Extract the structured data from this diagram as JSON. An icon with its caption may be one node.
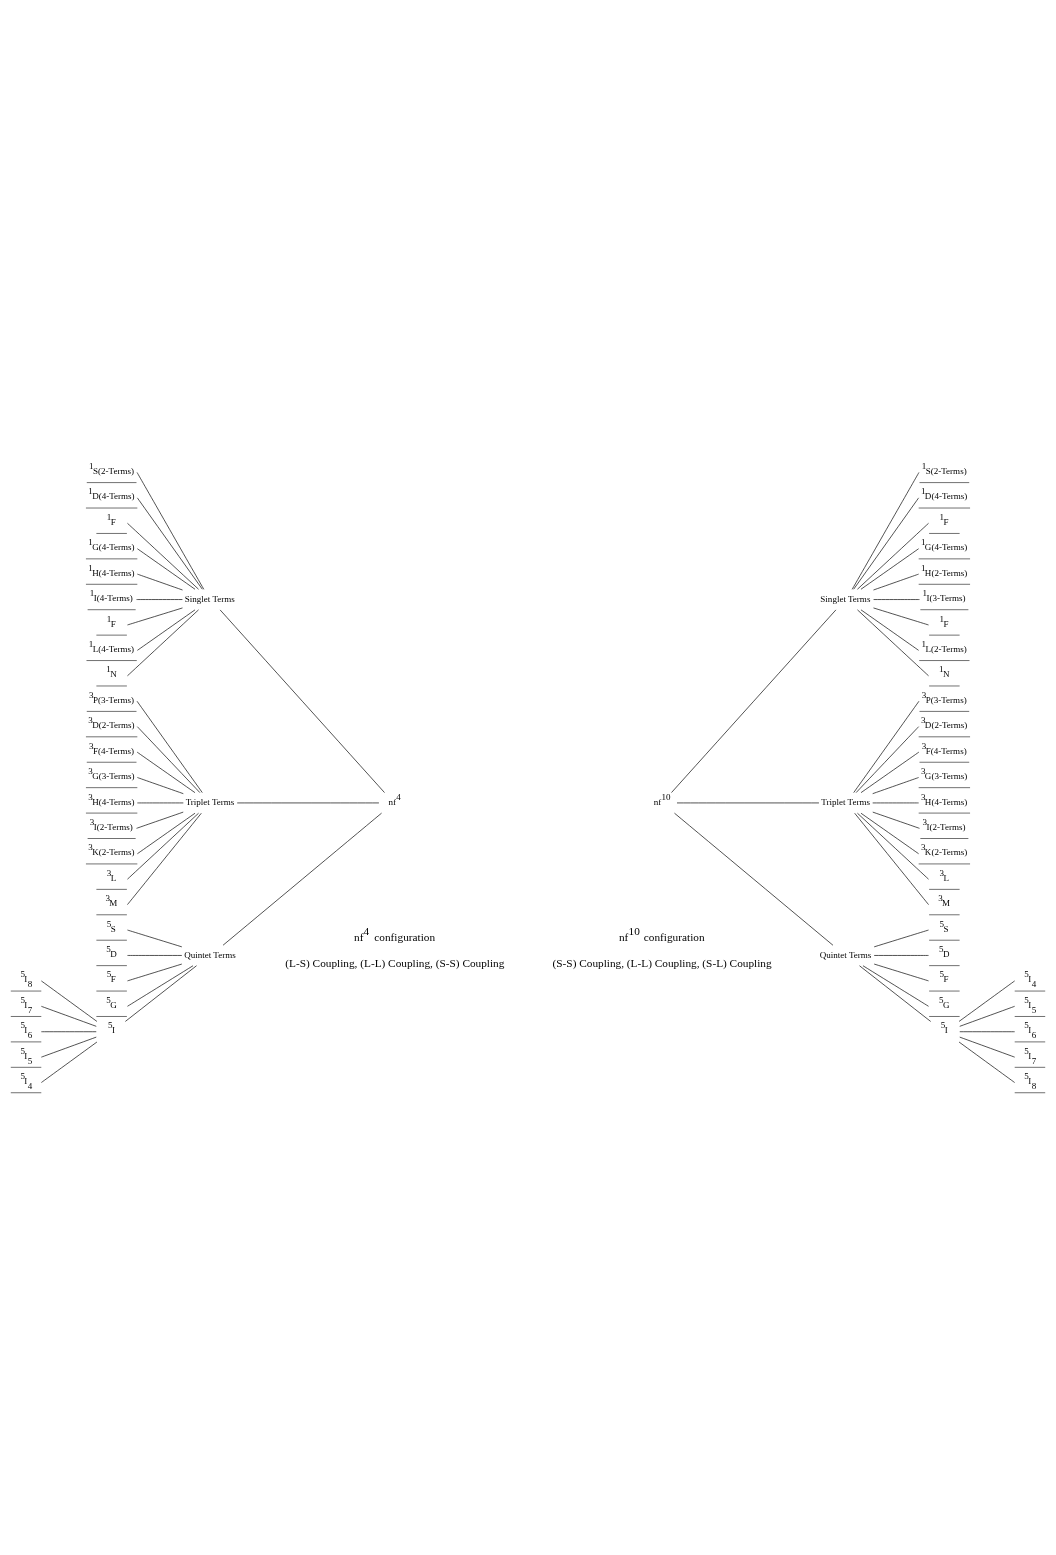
{
  "diagram": {
    "nodes": [
      {
        "text": [
          "$^{1}$S(2-Terms)"
        ]
      },
      {
        "text": [
          "$^{1}$D(4-Terms)"
        ]
      },
      {
        "text": [
          "$^{1}$F"
        ]
      },
      {
        "text": [
          "$^{1}$G(4-Terms)"
        ]
      },
      {
        "text": [
          "$^{1}$H(4-Terms)"
        ]
      },
      {
        "text": [
          "$^{1}$I(4-Terms)"
        ]
      },
      {
        "text": [
          "$^{1}$F"
        ]
      },
      {
        "text": [
          "$^{1}$L(4-Terms)"
        ]
      },
      {
        "text": [
          "$^{1}$N"
        ]
      },
      {
        "text": [
          "Singlet Terms"
        ]
      },
      {
        "text": [
          "$^{3}$P(3-Terms)"
        ]
      },
      {
        "text": [
          "$^{3}$D(2-Terms)"
        ]
      },
      {
        "text": [
          "$^{3}$F(4-Terms)"
        ]
      },
      {
        "text": [
          "$^{3}$G(3-Terms)"
        ]
      },
      {
        "text": [
          "$^{3}$H(4-Terms)"
        ]
      },
      {
        "text": [
          "$^{3}$I(2-Terms)"
        ]
      },
      {
        "text": [
          "$^{3}$K(2-Terms)"
        ]
      },
      {
        "text": [
          "$^{3}$L"
        ]
      },
      {
        "text": [
          "$^{3}$M"
        ]
      },
      {
        "text": [
          "Triplet Terms"
        ]
      },
      {
        "text": [
          "$^{5}$S"
        ]
      },
      {
        "text": [
          "$^{5}$D"
        ]
      },
      {
        "text": [
          "$^{5}$F"
        ]
      },
      {
        "text": [
          "$^{5}$G"
        ]
      },
      {
        "text": [
          "$^{5}$I"
        ]
      },
      {
        "text": [
          "$^{5}$I$_{8}$"
        ]
      },
      {
        "text": [
          "$^{5}$I$_{7}$"
        ]
      },
      {
        "text": [
          "$^{5}$I$_{6}$"
        ]
      },
      {
        "text": [
          "$^{5}$I$_{5}$"
        ]
      },
      {
        "text": [
          "$^{5}$I$_{4}$"
        ]
      },
      {
        "text": [
          "Quintet Terms"
        ]
      },
      {
        "text": [
          "nf$^{4}$"
        ]
      },
      {
        "text": [
          "nf$^{10}$"
        ]
      },
      {
        "text": [
          "Singlet Terms"
        ]
      },
      {
        "text": [
          "$^{1}$S(2-Terms)"
        ]
      },
      {
        "text": [
          "$^{1}$D(4-Terms)"
        ]
      },
      {
        "text": [
          "$^{1}$F"
        ]
      },
      {
        "text": [
          "$^{1}$G(4-Terms)"
        ]
      },
      {
        "text": [
          "$^{1}$H(2-Terms)"
        ]
      },
      {
        "text": [
          "$^{1}$I(3-Terms)"
        ]
      },
      {
        "text": [
          "$^{1}$F"
        ]
      },
      {
        "text": [
          "$^{1}$L(2-Terms)"
        ]
      },
      {
        "text": [
          "$^{1}$N"
        ]
      },
      {
        "text": [
          "Triplet Terms"
        ]
      },
      {
        "text": [
          "$^{3}$P(3-Terms)"
        ]
      },
      {
        "text": [
          "$^{3}$D(2-Terms)"
        ]
      },
      {
        "text": [
          "$^{3}$F(4-Terms)"
        ]
      },
      {
        "text": [
          "$^{3}$G(3-Terms)"
        ]
      },
      {
        "text": [
          "$^{3}$H(4-Terms)"
        ]
      },
      {
        "text": [
          "$^{3}$I(2-Terms)"
        ]
      },
      {
        "text": [
          "$^{3}$K(2-Terms)"
        ]
      },
      {
        "text": [
          "$^{3}$L"
        ]
      },
      {
        "text": [
          "$^{3}$M"
        ]
      },
      {
        "text": [
          "Quintet Terms"
        ]
      },
      {
        "text": [
          "$^{5}$S"
        ]
      },
      {
        "text": [
          "$^{5}$D"
        ]
      },
      {
        "text": [
          "$^{5}$F"
        ]
      },
      {
        "text": [
          "$^{5}$G"
        ]
      },
      {
        "text": [
          "$^{5}$I"
        ]
      },
      {
        "text": [
          "$^{5}$I$_{4}$"
        ]
      },
      {
        "text": [
          "$^{5}$I$_{5}$"
        ]
      },
      {
        "text": [
          "$^{5}$I$_{6}$"
        ]
      },
      {
        "text": [
          "$^{5}$I$_{7}$"
        ]
      },
      {
        "text": [
          "$^{5}$I$_{8}$"
        ]
      }
    ],
    "edges": [
      {
        "from": 0,
        "to": 9,
        "arrow": "none"
      },
      {
        "from": 1,
        "to": 9,
        "arrow": "none"
      },
      {
        "from": 2,
        "to": 9,
        "arrow": "none"
      },
      {
        "from": 3,
        "to": 9,
        "arrow": "none"
      },
      {
        "from": 4,
        "to": 9,
        "arrow": "none"
      },
      {
        "from": 5,
        "to": 9,
        "arrow": "none"
      },
      {
        "from": 6,
        "to": 9,
        "arrow": "none"
      },
      {
        "from": 7,
        "to": 9,
        "arrow": "none"
      },
      {
        "from": 8,
        "to": 9,
        "arrow": "none"
      },
      {
        "from": 10,
        "to": 19,
        "arrow": "none"
      },
      {
        "from": 11,
        "to": 19,
        "arrow": "none"
      },
      {
        "from": 12,
        "to": 19,
        "arrow": "none"
      },
      {
        "from": 13,
        "to": 19,
        "arrow": "none"
      },
      {
        "from": 14,
        "to": 19,
        "arrow": "none"
      },
      {
        "from": 15,
        "to": 19,
        "arrow": "none"
      },
      {
        "from": 16,
        "to": 19,
        "arrow": "none"
      },
      {
        "from": 17,
        "to": 19,
        "arrow": "none"
      },
      {
        "from": 18,
        "to": 19,
        "arrow": "none"
      },
      {
        "from": 20,
        "to": 30,
        "arrow": "none"
      },
      {
        "from": 21,
        "to": 30,
        "arrow": "none"
      },
      {
        "from": 22,
        "to": 30,
        "arrow": "none"
      },
      {
        "from": 23,
        "to": 30,
        "arrow": "none"
      },
      {
        "from": 24,
        "to": 30,
        "arrow": "none"
      },
      {
        "from": 25,
        "to": 24,
        "arrow": "none"
      },
      {
        "from": 26,
        "to": 24,
        "arrow": "none"
      },
      {
        "from": 27,
        "to": 24,
        "arrow": "none"
      },
      {
        "from": 28,
        "to": 24,
        "arrow": "none"
      },
      {
        "from": 29,
        "to": 24,
        "arrow": "none"
      },
      {
        "from": 9,
        "to": 31,
        "arrow": "none"
      },
      {
        "from": 19,
        "to": 31,
        "arrow": "none"
      },
      {
        "from": 30,
        "to": 31,
        "arrow": "none"
      },
      {
        "from": 32,
        "to": 33,
        "arrow": "none"
      },
      {
        "from": 32,
        "to": 43,
        "arrow": "none"
      },
      {
        "from": 32,
        "to": 53,
        "arrow": "none"
      },
      {
        "from": 33,
        "to": 34,
        "arrow": "none"
      },
      {
        "from": 33,
        "to": 35,
        "arrow": "none"
      },
      {
        "from": 33,
        "to": 36,
        "arrow": "none"
      },
      {
        "from": 33,
        "to": 37,
        "arrow": "none"
      },
      {
        "from": 33,
        "to": 38,
        "arrow": "none"
      },
      {
        "from": 33,
        "to": 39,
        "arrow": "none"
      },
      {
        "from": 33,
        "to": 40,
        "arrow": "none"
      },
      {
        "from": 33,
        "to": 41,
        "arrow": "none"
      },
      {
        "from": 33,
        "to": 42,
        "arrow": "none"
      },
      {
        "from": 43,
        "to": 44,
        "arrow": "none"
      },
      {
        "from": 43,
        "to": 45,
        "arrow": "none"
      },
      {
        "from": 43,
        "to": 46,
        "arrow": "none"
      },
      {
        "from": 43,
        "to": 47,
        "arrow": "none"
      },
      {
        "from": 43,
        "to": 48,
        "arrow": "none"
      },
      {
        "from": 43,
        "to": 49,
        "arrow": "none"
      },
      {
        "from": 43,
        "to": 50,
        "arrow": "none"
      },
      {
        "from": 43,
        "to": 51,
        "arrow": "none"
      },
      {
        "from": 43,
        "to": 52,
        "arrow": "none"
      },
      {
        "from": 53,
        "to": 54,
        "arrow": "none"
      },
      {
        "from": 53,
        "to": 55,
        "arrow": "none"
      },
      {
        "from": 53,
        "to": 56,
        "arrow": "none"
      },
      {
        "from": 53,
        "to": 57,
        "arrow": "none"
      },
      {
        "from": 53,
        "to": 58,
        "arrow": "none"
      },
      {
        "from": 58,
        "to": 59,
        "arrow": "none"
      },
      {
        "from": 58,
        "to": 60,
        "arrow": "none"
      },
      {
        "from": 58,
        "to": 61,
        "arrow": "none"
      },
      {
        "from": 58,
        "to": 62,
        "arrow": "none"
      },
      {
        "from": 58,
        "to": 63,
        "arrow": "none"
      }
    ],
    "labels": [
      "nf$^{4}$ configuration",
      "nf$^{10}$ configuration",
      "(L-S) Coupling, (L-L) Coupling, (S-S) Coupling",
      "(S-S) Coupling, (L-L) Coupling, (S-L) Coupling"
    ]
  }
}
